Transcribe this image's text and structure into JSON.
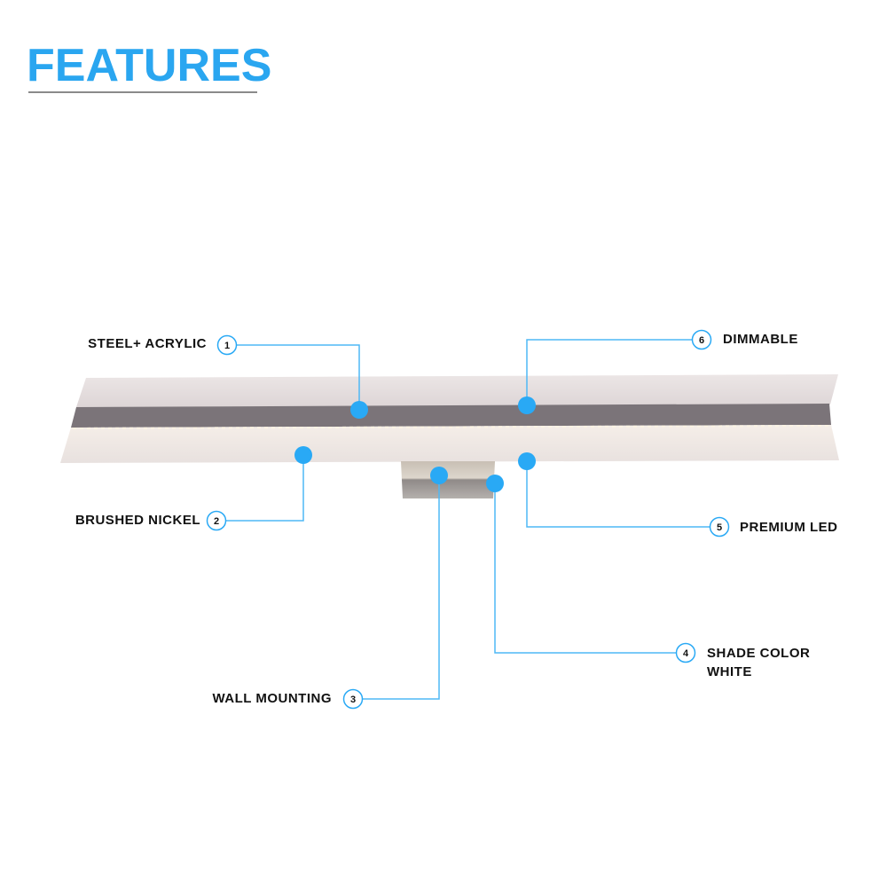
{
  "title": "FEATURES",
  "accent_color": "#29a9f5",
  "features": [
    {
      "number": "1",
      "label": "STEEL+ ACRYLIC"
    },
    {
      "number": "2",
      "label": "BRUSHED NICKEL"
    },
    {
      "number": "3",
      "label": "WALL MOUNTING"
    },
    {
      "number": "4",
      "label_line1": "SHADE COLOR",
      "label_line2": "WHITE"
    },
    {
      "number": "5",
      "label": "PREMIUM LED"
    },
    {
      "number": "6",
      "label": "DIMMABLE"
    }
  ]
}
